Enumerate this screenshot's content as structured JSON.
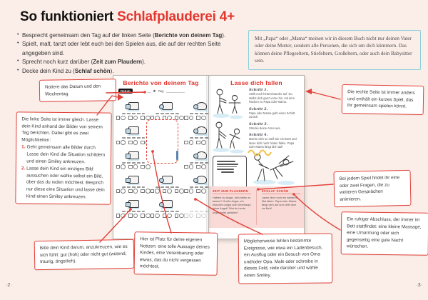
{
  "title": {
    "black": "So funktioniert",
    "red": "Schlafplauderei 4+"
  },
  "bullets": [
    {
      "pre": "Besprecht gemeinsam den Tag auf der linken Seite (",
      "bold": "Berichte von deinem Tag",
      "post": ")."
    },
    {
      "pre": "Spielt, malt, tanzt oder lebt euch bei den Spielen aus, die auf der rechten Seite angegeben sind.",
      "bold": "",
      "post": ""
    },
    {
      "pre": "Sprecht noch kurz darüber (",
      "bold": "Zeit zum Plaudern",
      "post": ")."
    },
    {
      "pre": "Decke dein Kind zu (",
      "bold": "Schlaf schön",
      "post": ")."
    }
  ],
  "info_box": {
    "text": "Mit „Papa“ oder „Mama“ meinen wir in diesem Buch nicht nur deinen Vater oder deine Mutter, sondern alle Personen, die sich um dich kümmern. Das können deine Pflegeeltern, Stiefeltern, Großeltern, oder auch dein Babysitter sein."
  },
  "callouts": {
    "notiere": {
      "text": "Notiere das Datum und den Wochentag."
    },
    "linke": {
      "intro": "Die linke Seite ist immer gleich. Lasse dein Kind anhand der Bilder von seinem Tag berichten. Dabei gibt es zwei Möglichkeiten:",
      "num1": "1.",
      "item1": "Geht gemeinsam alle Bilder durch. Lasse dein Kind die Situation schildern und einen Smiley ankreuzen.",
      "num2": "2.",
      "item2": "Lasse dein Kind ein einziges Bild aussuchen oder wähle selbst ein Bild, über das du reden möchtest. Besprich nur diese eine Situation und lasse dein Kind einen Smiley ankreuzen."
    },
    "bitte": {
      "text": "Bitte dein Kind darum, anzukreuzen, wie es sich fühlt: gut (froh) oder nicht gut (wütend, traurig, ängstlich)."
    },
    "platz": {
      "text": "Hier ist Platz für deine eigenen Notizen: eine tolle Aussage deines Kindes, eine Vereinbarung oder etwas, das du nicht vergessen möchtest."
    },
    "ereignisse": {
      "text": "Möglicherweise fehlen bestimmte Ereignisse, wie etwa ein Ladenbesuch, ein Ausflug oder ein Besuch von Oma und/oder Opa. Male oder schreibe in dieses Feld, rede darüber und wähle einen Smiley."
    },
    "rechte": {
      "text": "Die rechte Seite ist immer anders und enthält ein kurzes Spiel, das ihr gemeinsam spielen könnt."
    },
    "fragen": {
      "text": "Bei jedem Spiel findet ihr eine oder zwei Fragen, die zu weiteren Gesprächen animieren."
    },
    "abschluss": {
      "text": "Ein ruhiger Abschluss, der immer im Bett stattfindet: eine kleine Massage, eine Umarmung oder sich gegenseitig eine gute Nacht wünschen."
    }
  },
  "book": {
    "left_page": {
      "header": "Berichte von deinem Tag",
      "datum_label": "Datum",
      "datum_line": "__ . __ . __",
      "star": "✱",
      "tag_label": "Tag:",
      "tag_line": "__________"
    },
    "right_page": {
      "header": "Lasse dich fallen",
      "steps": [
        {
          "label": "Schritt 1.",
          "text": "Stellt euch hintereinander auf. Du stellst dich ganz vorne hin, mit dem Rücken zu Papa oder Mama."
        },
        {
          "label": "Schritt 2.",
          "text": "Papa oder Mama geht einen Schritt zurück."
        },
        {
          "label": "Schritt 3.",
          "text": "Strecke deine Arme aus."
        },
        {
          "label": "Schritt 4.",
          "text": "Mache dich so steif wie ein Brett und lasse dich nach hinten fallen. Papa oder Mama fängt dich auf!"
        }
      ],
      "plaudern": {
        "header": "ZEIT ZUM PLAUDERN",
        "text": "Hattest du Angst, dich fallen zu lassen? Große Angst, ein bisschen Angst oder überhaupt keine Angst? Bist du heute (irgendwie) gefallen?"
      },
      "schlaf": {
        "header": "SCHLAF SCHÖN",
        "text": "Lasse dich noch ein weiteres Mal fallen. Papa oder Mama fängt dich auf und zieht dich ins Bett!"
      }
    }
  },
  "footer": {
    "left": "·2·",
    "right": "·3·"
  },
  "colors": {
    "accent_red": "#e2423a",
    "info_blue": "#8bcfda",
    "band_pink": "#f9dad6"
  }
}
